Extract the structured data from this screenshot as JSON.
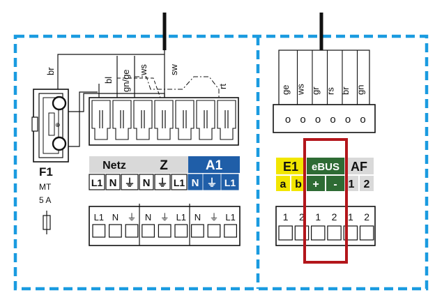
{
  "colors": {
    "dash_border": "#1a9be0",
    "header_gray": "#d9d9d9",
    "header_blue": "#1f5ea8",
    "e1_yellow": "#f2e600",
    "ebus_green": "#2e6b34",
    "highlight_red": "#b3161b"
  },
  "fuse": {
    "label": "F1",
    "rating_line1": "MT",
    "rating_line2": "5 A"
  },
  "left_connector": {
    "wire_br": "br",
    "wires": [
      "bl",
      "gn/ge",
      "ws",
      "sw",
      "rt"
    ]
  },
  "right_connector": {
    "wires": [
      "ge",
      "ws",
      "gr",
      "rs",
      "br",
      "gn"
    ],
    "pins": [
      "o",
      "o",
      "o",
      "o",
      "o",
      "o"
    ]
  },
  "left_groups": {
    "netz": {
      "title": "Netz",
      "cells": [
        "L1",
        "N",
        "⏚"
      ]
    },
    "z": {
      "title": "Z",
      "cells": [
        "N",
        "⏚",
        "L1"
      ]
    },
    "a1": {
      "title": "A1",
      "cells": [
        "N",
        "⏚",
        "L1"
      ]
    }
  },
  "left_terminals": {
    "labels": [
      "L1",
      "N",
      "⏚",
      "N",
      "⏚",
      "L1",
      "N",
      "⏚",
      "L1"
    ]
  },
  "right_groups": {
    "e1": {
      "title": "E1",
      "cells": [
        "a",
        "b"
      ]
    },
    "ebus": {
      "title": "eBUS",
      "cells": [
        "+",
        "-"
      ]
    },
    "af": {
      "title": "AF",
      "cells": [
        "1",
        "2"
      ]
    }
  },
  "right_terminals": {
    "labels": [
      "1",
      "2",
      "1",
      "2",
      "1",
      "2"
    ]
  }
}
